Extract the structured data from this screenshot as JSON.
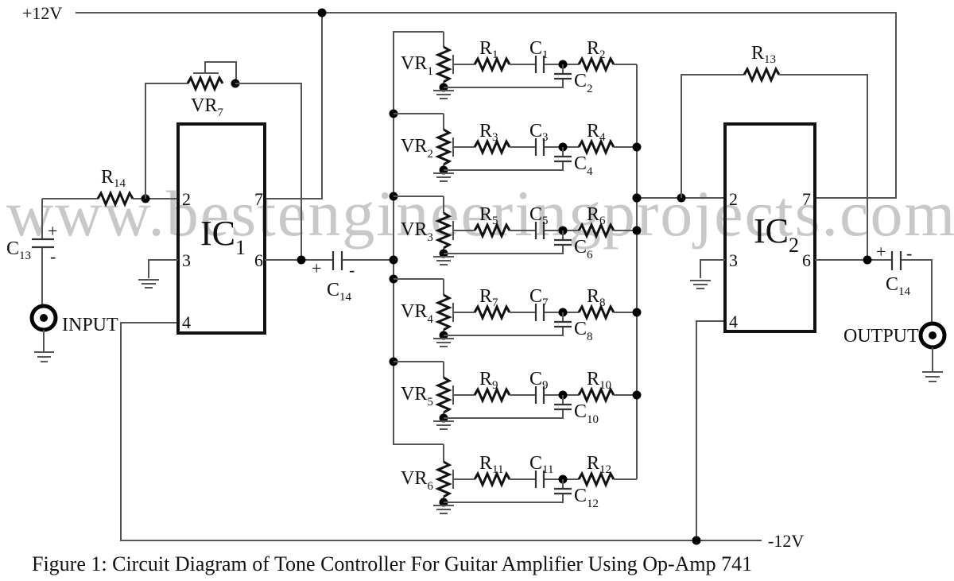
{
  "watermark": "www.bestengineeringprojects.com",
  "rails": {
    "positive": "+12V",
    "negative": "-12V"
  },
  "ports": {
    "input": "INPUT",
    "output": "OUTPUT"
  },
  "ics": [
    {
      "name": "IC",
      "sub": "1",
      "pins": {
        "inv": "2",
        "noninv": "3",
        "out": "6",
        "vpos": "7",
        "vneg": "4"
      }
    },
    {
      "name": "IC",
      "sub": "2",
      "pins": {
        "inv": "2",
        "noninv": "3",
        "out": "6",
        "vpos": "7",
        "vneg": "4"
      }
    }
  ],
  "components": {
    "vr7": {
      "name": "VR",
      "sub": "7"
    },
    "r14": {
      "name": "R",
      "sub": "14"
    },
    "c13": {
      "name": "C",
      "sub": "13",
      "plus": "+",
      "minus": "-"
    },
    "c14_in": {
      "name": "C",
      "sub": "14",
      "plus": "+",
      "minus": "-"
    },
    "r13": {
      "name": "R",
      "sub": "13"
    },
    "c14_out": {
      "name": "C",
      "sub": "14",
      "plus": "+",
      "minus": "-"
    }
  },
  "bands": [
    {
      "vr": "1",
      "ra": "1",
      "ca": "1",
      "rb": "2",
      "cb": "2"
    },
    {
      "vr": "2",
      "ra": "3",
      "ca": "3",
      "rb": "4",
      "cb": "4"
    },
    {
      "vr": "3",
      "ra": "5",
      "ca": "5",
      "rb": "6",
      "cb": "6"
    },
    {
      "vr": "4",
      "ra": "7",
      "ca": "7",
      "rb": "8",
      "cb": "8"
    },
    {
      "vr": "5",
      "ra": "9",
      "ca": "9",
      "rb": "10",
      "cb": "10"
    },
    {
      "vr": "6",
      "ra": "11",
      "ca": "11",
      "rb": "12",
      "cb": "12"
    }
  ],
  "prefixes": {
    "vr": "VR",
    "r": "R",
    "c": "C"
  },
  "caption": "Figure 1: Circuit Diagram of Tone Controller For Guitar Amplifier Using Op-Amp 741"
}
